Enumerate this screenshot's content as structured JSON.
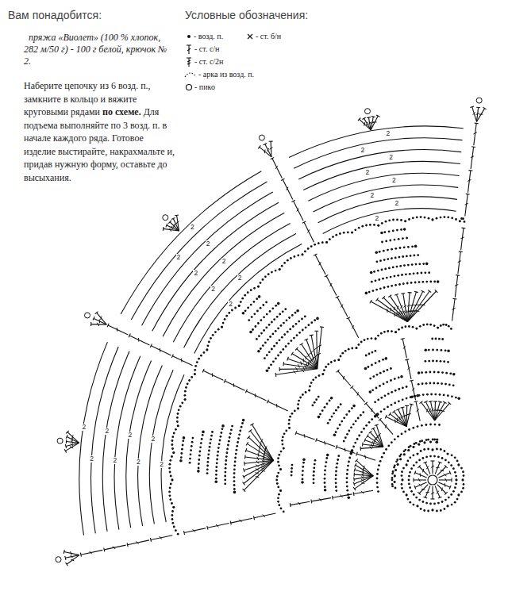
{
  "diagram": {
    "labels": [
      "Вам понадобится:",
      "Условные обозначения:",
      "пряжа «Виолет» (100 % хлопок, 282 м/50 г) - 100 г белой, крючок № 2.",
      "Наберите цепочку из 6 возд. п., замкните в кольцо и вяжите круговыми рядами",
      "по схеме.",
      "Для подъема выполняйте по 3 возд. п. в начале каждого ряда. Готовое изделие выстирайте, накрахмальте и, придав нужную форму, оставьте до высыхания.",
      "2",
      "2",
      "2",
      "2",
      "2",
      "2",
      "2",
      "2",
      "2",
      "2",
      "2",
      "2",
      "2",
      "2",
      "2",
      "2",
      "2",
      "2",
      "2",
      "2",
      "2",
      "2",
      "2",
      "2"
    ],
    "legend": [
      {
        "text": "- возд. п."
      },
      {
        "text": "- ст. б/н"
      },
      {
        "text": "- ст. с/н"
      },
      {
        "text": "- ст. с/2н"
      },
      {
        "text": "- арка из возд. п."
      },
      {
        "text": "- пико"
      }
    ]
  }
}
